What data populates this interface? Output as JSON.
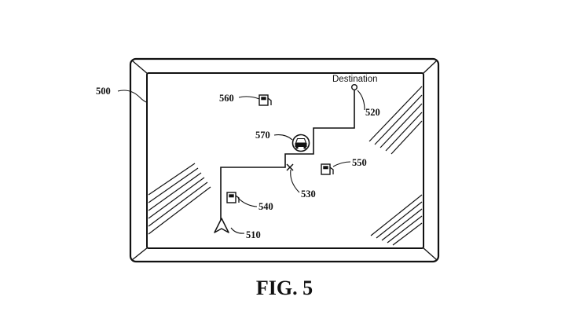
{
  "figure": {
    "caption": "FIG. 5",
    "references": {
      "display": "500",
      "current_location": "510",
      "destination": "520",
      "waypoint": "530",
      "fuel_station_near_start": "540",
      "fuel_station_right": "550",
      "fuel_station_upper_left": "560",
      "vehicle": "570"
    },
    "destination_label": "Destination"
  }
}
